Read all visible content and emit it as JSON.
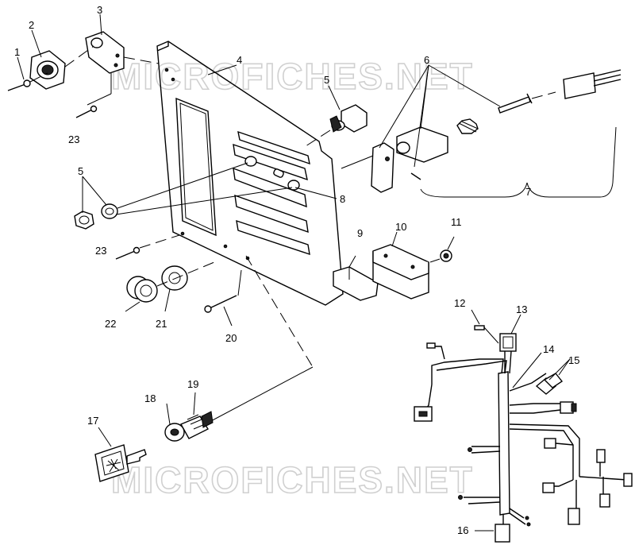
{
  "watermarks": {
    "top": "MICROFICHES.NET",
    "bottom": "MICROFICHES.NET"
  },
  "callouts": [
    {
      "id": "c1",
      "label": "1"
    },
    {
      "id": "c2",
      "label": "2"
    },
    {
      "id": "c3",
      "label": "3"
    },
    {
      "id": "c4",
      "label": "4"
    },
    {
      "id": "c5a",
      "label": "5"
    },
    {
      "id": "c5b",
      "label": "5"
    },
    {
      "id": "c6",
      "label": "6"
    },
    {
      "id": "c7",
      "label": "7"
    },
    {
      "id": "c8",
      "label": "8"
    },
    {
      "id": "c9",
      "label": "9"
    },
    {
      "id": "c10",
      "label": "10"
    },
    {
      "id": "c11",
      "label": "11"
    },
    {
      "id": "c12",
      "label": "12"
    },
    {
      "id": "c13",
      "label": "13"
    },
    {
      "id": "c14",
      "label": "14"
    },
    {
      "id": "c15",
      "label": "15"
    },
    {
      "id": "c16",
      "label": "16"
    },
    {
      "id": "c17",
      "label": "17"
    },
    {
      "id": "c18",
      "label": "18"
    },
    {
      "id": "c19",
      "label": "19"
    },
    {
      "id": "c20",
      "label": "20"
    },
    {
      "id": "c21",
      "label": "21"
    },
    {
      "id": "c22",
      "label": "22"
    },
    {
      "id": "c23a",
      "label": "23"
    },
    {
      "id": "c23b",
      "label": "23"
    }
  ]
}
